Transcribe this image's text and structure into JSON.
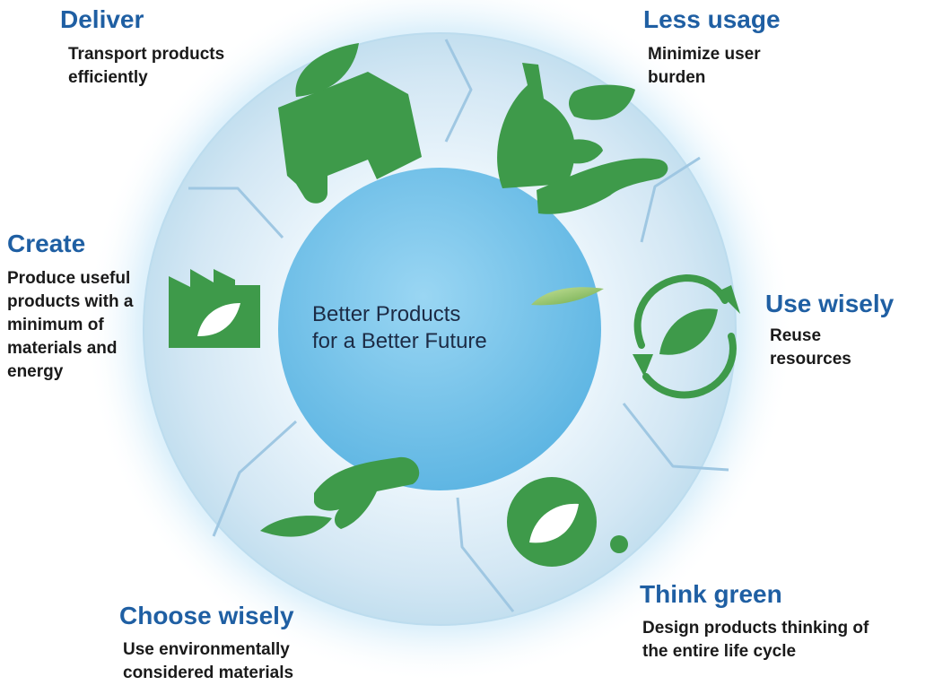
{
  "center": {
    "line1": "Better Products",
    "line2": "for a Better Future"
  },
  "stages": [
    {
      "id": "deliver",
      "heading": "Deliver",
      "description": "Transport products efficiently",
      "icon": "truck-leaf-icon"
    },
    {
      "id": "less-usage",
      "heading": "Less usage",
      "description": "Minimize user burden",
      "icon": "hands-leaves-icon"
    },
    {
      "id": "use-wisely",
      "heading": "Use wisely",
      "description": "Reuse resources",
      "icon": "recycle-leaf-icon"
    },
    {
      "id": "think-green",
      "heading": "Think green",
      "description": "Design products thinking of the entire life cycle",
      "icon": "thought-leaf-icon"
    },
    {
      "id": "choose-wisely",
      "heading": "Choose wisely",
      "description": "Use environmentally considered materials",
      "icon": "hand-leaf-icon"
    },
    {
      "id": "create",
      "heading": "Create",
      "description": "Produce useful products with a minimum of materials and energy",
      "icon": "factory-leaf-icon"
    }
  ],
  "colors": {
    "heading": "#1f5fa3",
    "icon_green": "#3e9a4a",
    "center_fill": "#7fc6ea",
    "ring_fill": "#d6eaf6",
    "glow": "#bfe3f7"
  }
}
